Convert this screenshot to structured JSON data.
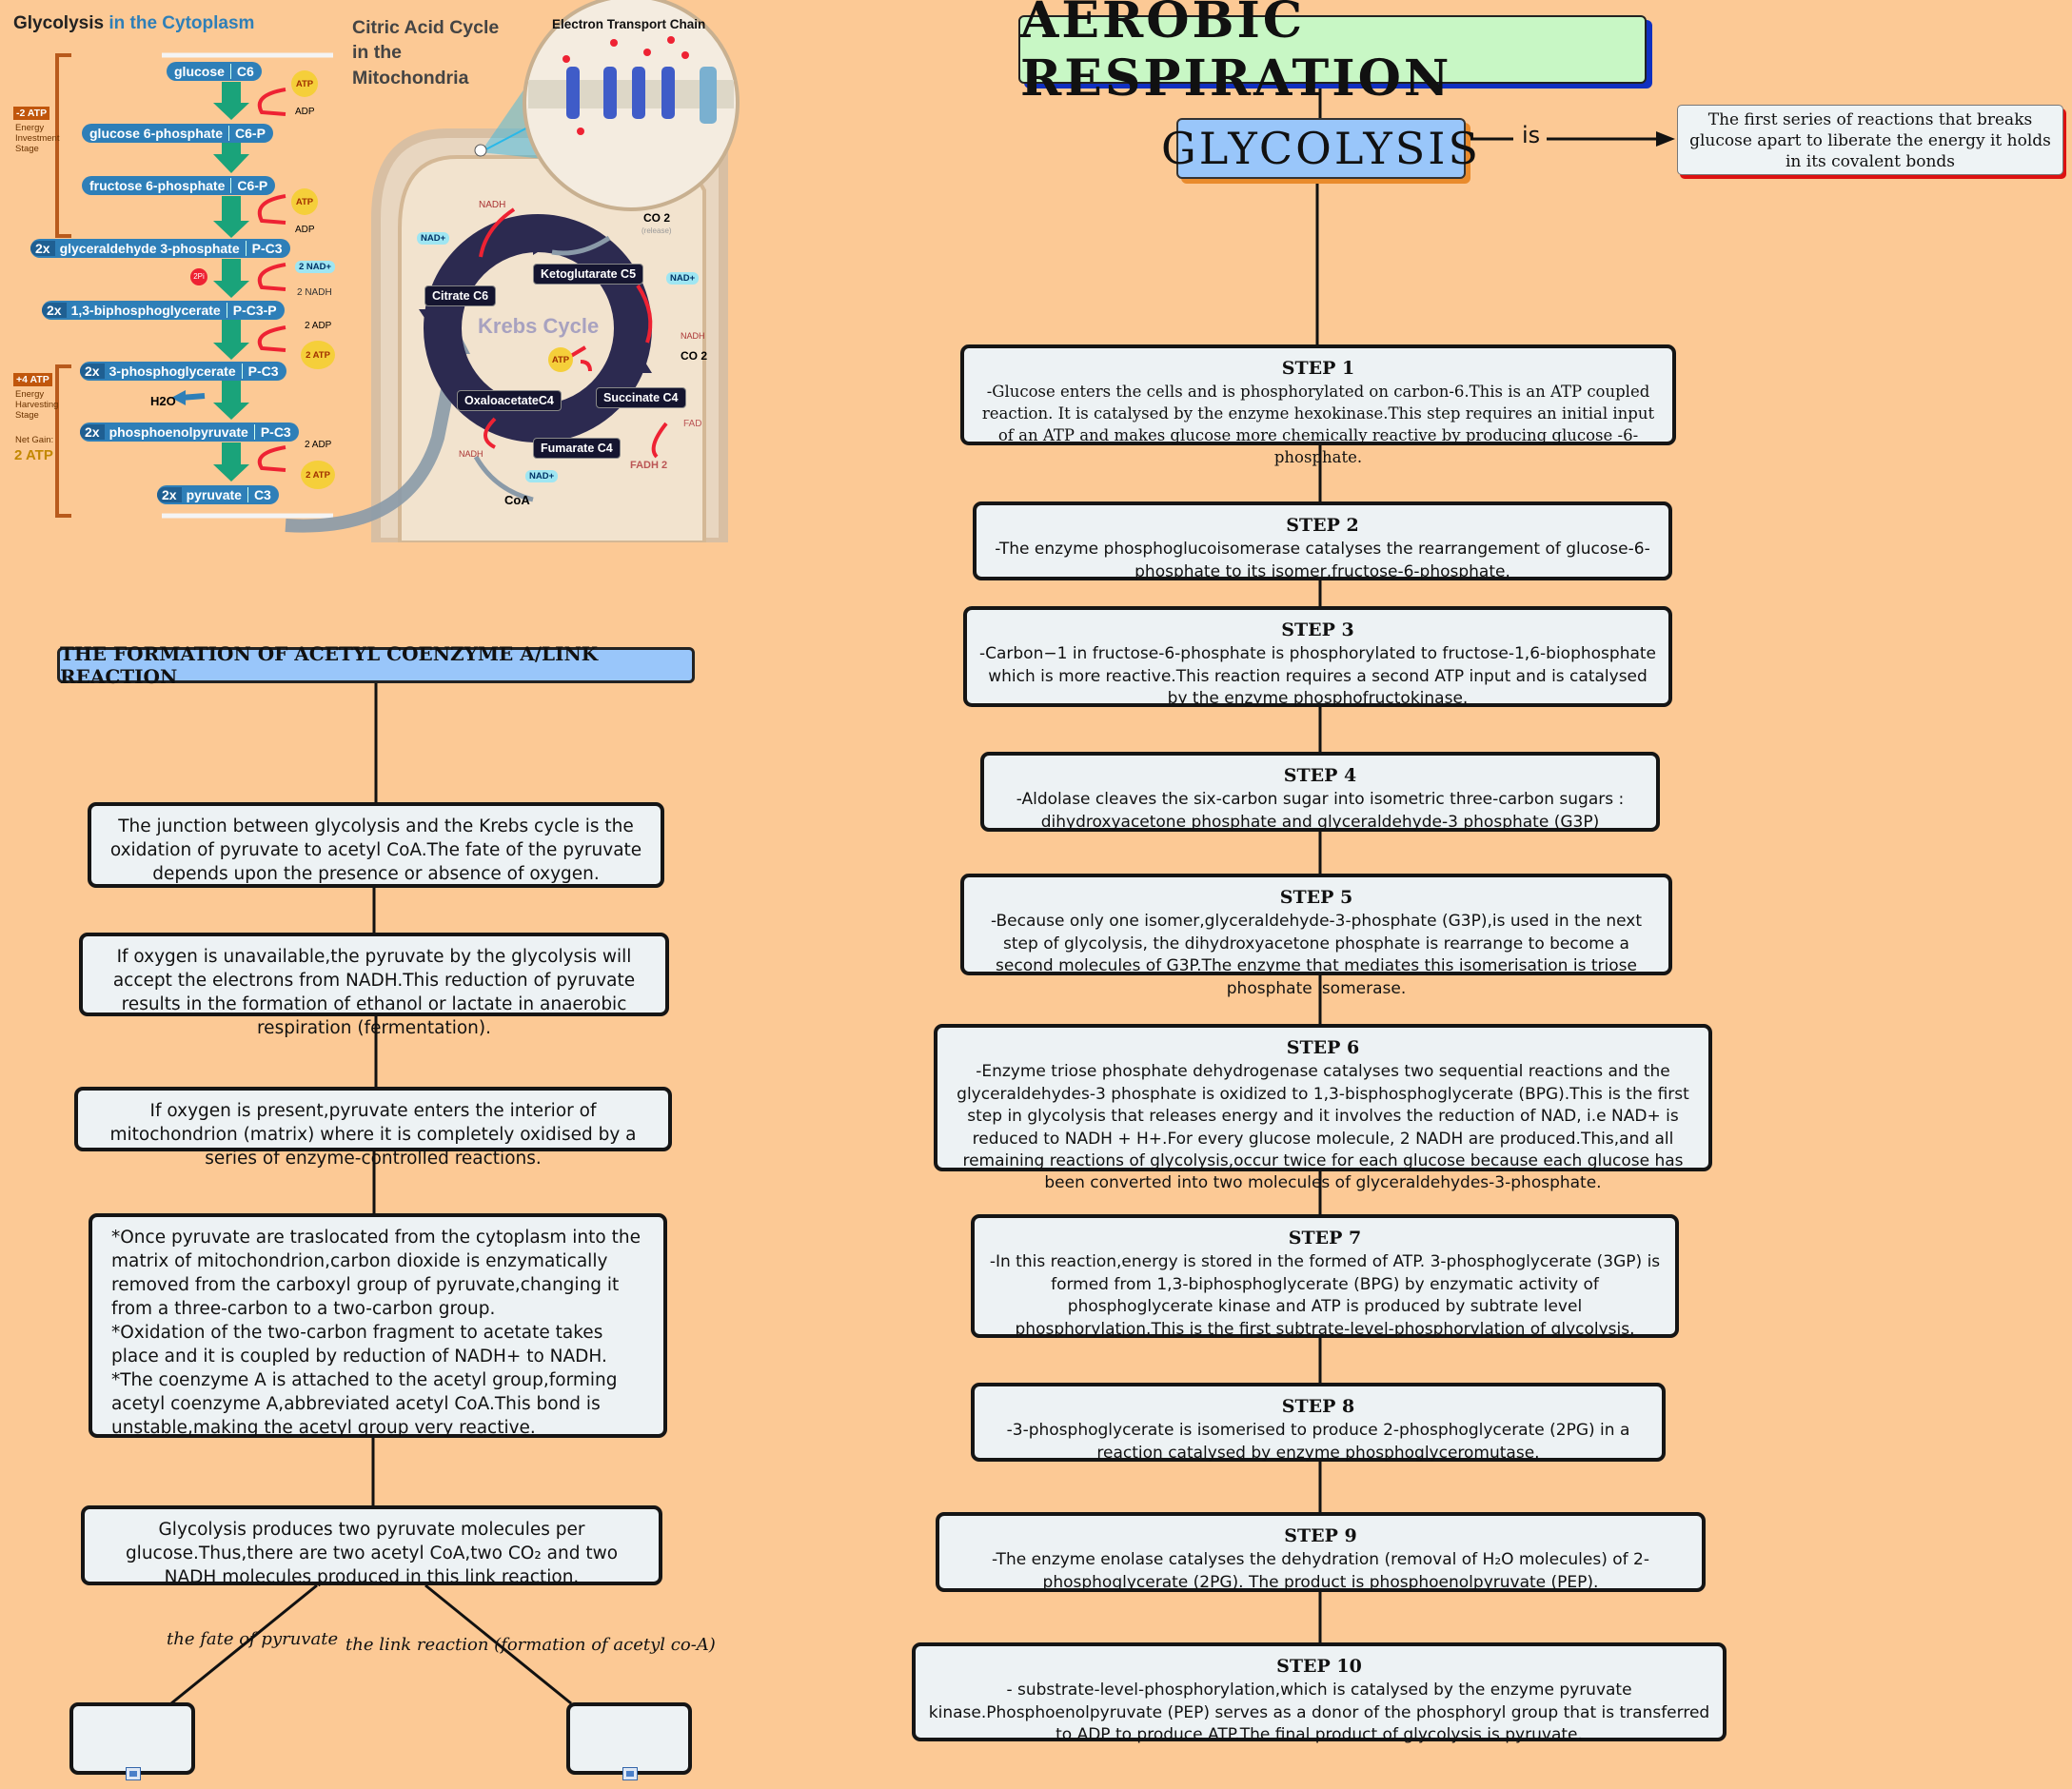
{
  "main_title": "AEROBIC RESPIRATION",
  "glycolysis_title": "GLYCOLYSIS",
  "is_label": "is",
  "definition": "The first series of reactions that breaks glucose apart to liberate the energy it holds in its covalent bonds",
  "steps": [
    {
      "title": "STEP 1",
      "text": "-Glucose enters the cells and is phosphorylated on carbon-6.This is an ATP coupled reaction. It is catalysed by the enzyme hexokinase.This step requires an initial input of an ATP and makes glucose more chemically reactive by producing glucose -6-phosphate."
    },
    {
      "title": "STEP 2",
      "text": "-The enzyme phosphoglucoisomerase catalyses the rearrangement of glucose-6- phosphate to its isomer,fructose-6-phosphate."
    },
    {
      "title": "STEP 3",
      "text": "-Carbon−1 in fructose-6-phosphate is phosphorylated to fructose-1,6-biophosphate which is more reactive.This reaction requires a second ATP input and is catalysed by the enzyme phosphofructokinase."
    },
    {
      "title": "STEP 4",
      "text": "-Aldolase cleaves the six-carbon sugar into isometric three-carbon sugars : dihydroxyacetone phosphate and glyceraldehyde-3 phosphate (G3P)"
    },
    {
      "title": "STEP 5",
      "text": "-Because only one isomer,glyceraldehyde-3-phosphate (G3P),is used in the next step of glycolysis, the dihydroxyacetone phosphate is rearrange to become a second molecules of G3P.The enzyme that mediates this isomerisation is triose phosphate isomerase."
    },
    {
      "title": "STEP 6",
      "text": "-Enzyme triose phosphate dehydrogenase catalyses two sequential reactions and the glyceraldehydes-3 phosphate is oxidized to 1,3-bisphosphoglycerate (BPG).This is the first step in  glycolysis that releases energy and it involves the reduction of NAD, i.e NAD+ is reduced to NADH + H+.For every glucose molecule, 2 NADH are produced.This,and all remaining reactions of glycolysis,occur twice for each glucose because each glucose has been converted into two molecules of glyceraldehydes-3-phosphate."
    },
    {
      "title": "STEP 7",
      "text": "-In this reaction,energy is stored in the formed of ATP. 3-phosphoglycerate (3GP) is formed from 1,3-biphosphoglycerate (BPG) by enzymatic activity of phosphoglycerate kinase and ATP is produced by subtrate level phosphorylation.This is the first subtrate-level-phosphorylation of glycolysis."
    },
    {
      "title": "STEP 8",
      "text": "-3-phosphoglycerate is isomerised to produce 2-phosphoglycerate (2PG) in a reaction catalysed by enzyme phosphoglyceromutase."
    },
    {
      "title": "STEP 9",
      "text": "-The enzyme enolase catalyses the dehydration (removal of H₂O molecules) of 2-phosphoglycerate (2PG). The product is phosphoenolpyruvate (PEP)."
    },
    {
      "title": "STEP 10",
      "text": "- substrate-level-phosphorylation,which is catalysed by the enzyme pyruvate kinase.Phosphoenolpyruvate (PEP) serves as a donor of the phosphoryl group that is transferred to ADP to produce ATP.The final product of glycolysis is pyruvate."
    }
  ],
  "acetyl_title": "THE FORMATION OF ACETYL COENZYME A/LINK REACTION",
  "link_topics": [
    "The junction between glycolysis and the Krebs cycle is the oxidation of pyruvate to acetyl CoA.The fate of the pyruvate depends upon the presence or absence of oxygen.",
    "If oxygen is unavailable,the pyruvate by the glycolysis will accept the electrons from NADH.This reduction of pyruvate results in the formation of ethanol or lactate in anaerobic respiration (fermentation).",
    "If oxygen is present,pyruvate enters the interior of mitochondrion (matrix) where it is completely oxidised by a series of enzyme-controlled reactions.",
    "*Once pyruvate are traslocated from the cytoplasm into the matrix of mitochondrion,carbon dioxide is enzymatically removed from the carboxyl group of pyruvate,changing it from a three-carbon to a two-carbon group.\n*Oxidation of the two-carbon fragment to acetate takes place and it is coupled by reduction of NADH+ to NADH.\n*The coenzyme A is attached to the acetyl group,forming acetyl coenzyme A,abbreviated acetyl CoA.This bond is unstable,making the acetyl group very reactive.",
    "Glycolysis produces two pyruvate molecules per glucose.Thus,there are two acetyl CoA,two CO₂ and two NADH molecules produced in this link reaction."
  ],
  "branch_labels": [
    "the fate of pyruvate",
    "the link reaction (formation of acetyl co-A)"
  ],
  "diagram": {
    "glycolysis_title": "Glycolysis",
    "glycolysis_subtitle": "in the Cytoplasm",
    "citric_title": "Citric Acid Cycle\nin the\nMitochondria",
    "etc_title": "Electron Transport Chain",
    "krebs_label": "Krebs Cycle",
    "molecules": [
      {
        "mult": "",
        "name": "glucose",
        "formula": "C6"
      },
      {
        "mult": "",
        "name": "glucose 6-phosphate",
        "formula": "C6-P"
      },
      {
        "mult": "",
        "name": "fructose 6-phosphate",
        "formula": "C6-P"
      },
      {
        "mult": "2x",
        "name": "glyceraldehyde 3-phosphate",
        "formula": "P-C3"
      },
      {
        "mult": "2x",
        "name": "1,3-biphosphoglycerate",
        "formula": "P-C3-P"
      },
      {
        "mult": "2x",
        "name": "3-phosphoglycerate",
        "formula": "P-C3"
      },
      {
        "mult": "2x",
        "name": "phosphoenolpyruvate",
        "formula": "P-C3"
      },
      {
        "mult": "2x",
        "name": "pyruvate",
        "formula": "C3"
      }
    ],
    "side_labels": {
      "atp": "ATP",
      "adp": "ADP",
      "nad2": "2 NAD+",
      "nadh2": "2 NADH",
      "adp2": "2 ADP",
      "atp2": "2 ATP",
      "pi": "2Pi",
      "h2o": "H2O",
      "nad": "NAD+",
      "nadh": "NADH",
      "co2": "CO 2",
      "coa": "CoA",
      "fad": "FAD",
      "fadh": "FADH 2",
      "release": "(release)"
    },
    "stages": [
      {
        "badge": "-2 ATP",
        "text": "Energy\nInvestment\nStage"
      },
      {
        "badge": "+4 ATP",
        "text": "Energy\nHarvesting\nStage"
      }
    ],
    "net_gain_label": "Net Gain:",
    "net_gain_value": "2 ATP",
    "krebs": [
      "Citrate C6",
      "Ketoglutarate C5",
      "Succinate C4",
      "Fumarate C4",
      "OxaloacetateC4"
    ],
    "colors": {
      "bg": "#fcc995",
      "pill": "#2e7fb8",
      "arrow": "#1aa37a",
      "stage": "#c0560c"
    }
  }
}
